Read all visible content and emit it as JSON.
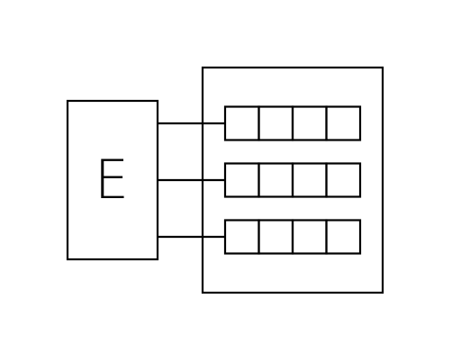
{
  "diagram": {
    "left_block": {
      "label": "E"
    },
    "rows": [
      {
        "cells": 4
      },
      {
        "cells": 4
      },
      {
        "cells": 4
      }
    ],
    "colors": {
      "stroke": "#000000",
      "background": "#ffffff"
    }
  }
}
